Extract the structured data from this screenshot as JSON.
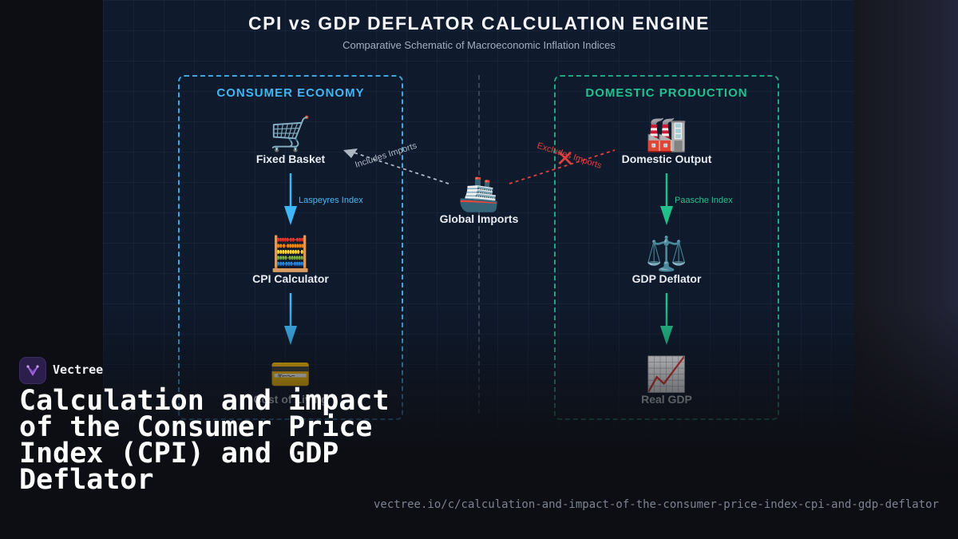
{
  "diagram": {
    "title": "CPI vs GDP DEFLATOR CALCULATION ENGINE",
    "subtitle": "Comparative Schematic of Macroeconomic Inflation Indices",
    "consumer": {
      "title": "CONSUMER ECONOMY",
      "nodes": [
        {
          "icon": "🛒",
          "icon_name": "shopping-cart-icon",
          "label": "Fixed Basket"
        },
        {
          "icon": "🧮",
          "icon_name": "abacus-icon",
          "label": "CPI Calculator"
        },
        {
          "icon": "💳",
          "icon_name": "credit-card-icon",
          "label": "Cost of Living"
        }
      ],
      "edge_label": "Laspeyres Index",
      "color": "#3fb6f5"
    },
    "production": {
      "title": "DOMESTIC PRODUCTION",
      "nodes": [
        {
          "icon": "🏭",
          "icon_name": "factory-icon",
          "label": "Domestic Output"
        },
        {
          "icon": "⚖️",
          "icon_name": "balance-scale-icon",
          "label": "GDP Deflator"
        },
        {
          "icon": "📈",
          "icon_name": "chart-increasing-icon",
          "label": "Real GDP"
        }
      ],
      "edge_label": "Paasche Index",
      "color": "#21c08b"
    },
    "imports": {
      "icon": "🚢",
      "icon_name": "ship-icon",
      "label": "Global Imports",
      "includes_label": "Includes Imports",
      "excludes_label": "Excludes Imports",
      "includes_color": "#aeb6c4",
      "excludes_color": "#e0413f",
      "excluded_mark": "✕"
    }
  },
  "branding": {
    "name": "Vectree",
    "headline": "Calculation and impact of the Consumer Price Index (CPI) and GDP Deflator",
    "url": "vectree.io/c/calculation-and-impact-of-the-consumer-price-index-cpi-and-gdp-deflator"
  }
}
